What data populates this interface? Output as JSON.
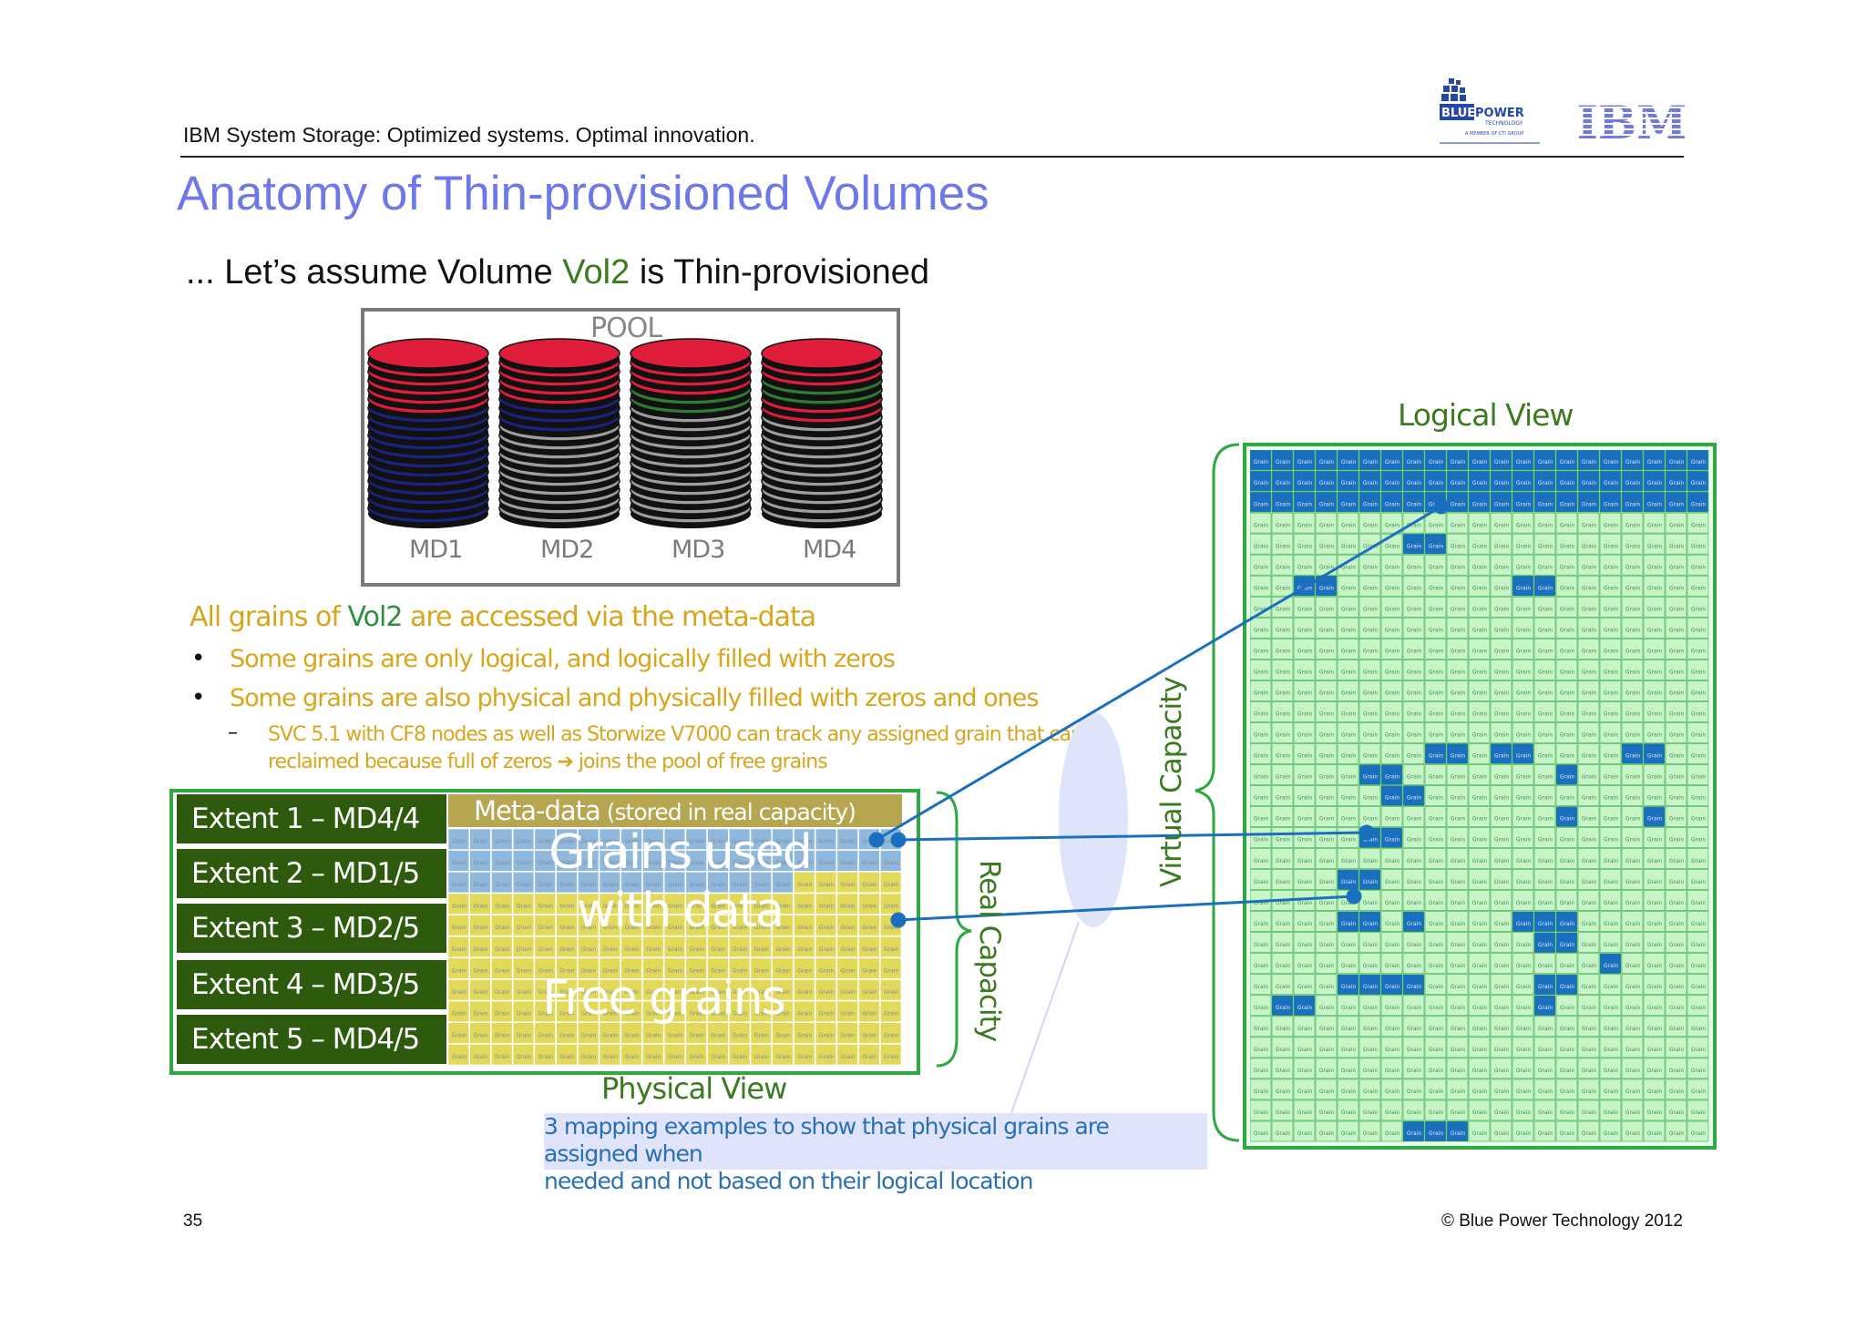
{
  "header": {
    "tagline": "IBM System Storage: Optimized systems. Optimal innovation.",
    "title": "Anatomy of Thin-provisioned Volumes",
    "subtitle_pre": "... Let’s assume Volume ",
    "subtitle_vol": "Vol2",
    "subtitle_post": " is Thin-provisioned"
  },
  "logos": {
    "bluepower": {
      "line1": "BLUE",
      "line2": "POWER",
      "line3": "TECHNOLOGY",
      "line4": "A MEMBER OF CTI GROUP"
    },
    "ibm": "IBM"
  },
  "pool": {
    "label": "POOL",
    "disks": [
      {
        "name": "MD1",
        "stack": [
          "red",
          "red",
          "red",
          "red",
          "red",
          "red",
          "navy",
          "navy",
          "navy",
          "navy",
          "navy",
          "navy",
          "navy",
          "navy",
          "navy",
          "navy",
          "navy",
          "navy"
        ]
      },
      {
        "name": "MD2",
        "stack": [
          "red",
          "red",
          "red",
          "red",
          "red",
          "navy",
          "navy",
          "navy",
          "gray",
          "gray",
          "gray",
          "gray",
          "gray",
          "gray",
          "gray",
          "gray",
          "gray",
          "gray"
        ]
      },
      {
        "name": "MD3",
        "stack": [
          "red",
          "red",
          "red",
          "red",
          "green",
          "green",
          "gray",
          "gray",
          "gray",
          "gray",
          "gray",
          "gray",
          "gray",
          "gray",
          "gray",
          "gray",
          "gray",
          "gray"
        ]
      },
      {
        "name": "MD4",
        "stack": [
          "red",
          "red",
          "red",
          "green",
          "green",
          "red",
          "red",
          "gray",
          "gray",
          "gray",
          "gray",
          "gray",
          "gray",
          "gray",
          "gray",
          "gray",
          "gray",
          "gray"
        ]
      }
    ]
  },
  "info": {
    "head_pre": "All grains of ",
    "head_vol": "Vol2",
    "head_post": " are accessed via the meta-data",
    "bullet_char": "•",
    "bullets": [
      "Some grains are only logical, and logically filled with zeros",
      "Some grains are also physical and physically filled with zeros and ones"
    ],
    "sub_dash": "–",
    "sub_line1": "SVC 5.1 with CF8 nodes as well as Storwize V7000 can track any assigned grain that can be",
    "sub_line2_pre": "reclaimed because full of zeros ",
    "sub_arrow": "➔",
    "sub_line2_post": " joins the pool of free grains"
  },
  "physical": {
    "extents": [
      "Extent 1 – MD4/4",
      "Extent 2 – MD1/5",
      "Extent 3 – MD2/5",
      "Extent 4 – MD3/5",
      "Extent 5 – MD4/5"
    ],
    "meta_main": "Meta-data",
    "meta_small": " (stored in real capacity)",
    "used_line1": "Grains used",
    "used_line2": "with data",
    "free_label": "Free grains",
    "grain_label": "Grain",
    "view_label": "Physical View",
    "real_capacity": "Real Capacity",
    "used_count": 58
  },
  "mapping_note": {
    "line1": "3 mapping  examples to show that physical grains are assigned when",
    "line2": "needed and not based on their logical location"
  },
  "logical": {
    "view_label": "Logical View",
    "virtual_capacity": "Virtual Capacity",
    "grain_label": "Grain"
  },
  "footer": {
    "page": "35",
    "copyright": "© Blue Power Technology 2012"
  },
  "colors": {
    "title": "#6f78e8",
    "vol_green": "#3b7a1f",
    "info_gold": "#d9a51a",
    "extent_bg": "#2d5a0c",
    "meta_bg": "#b5a64f",
    "used_grain": "#8fb8dc",
    "free_grain": "#e2d95a",
    "logical_grain": "#c8f5c8",
    "logical_used": "#1a6fbf",
    "border_green": "#2ea840",
    "arrow_blue": "#1a6fbf"
  }
}
